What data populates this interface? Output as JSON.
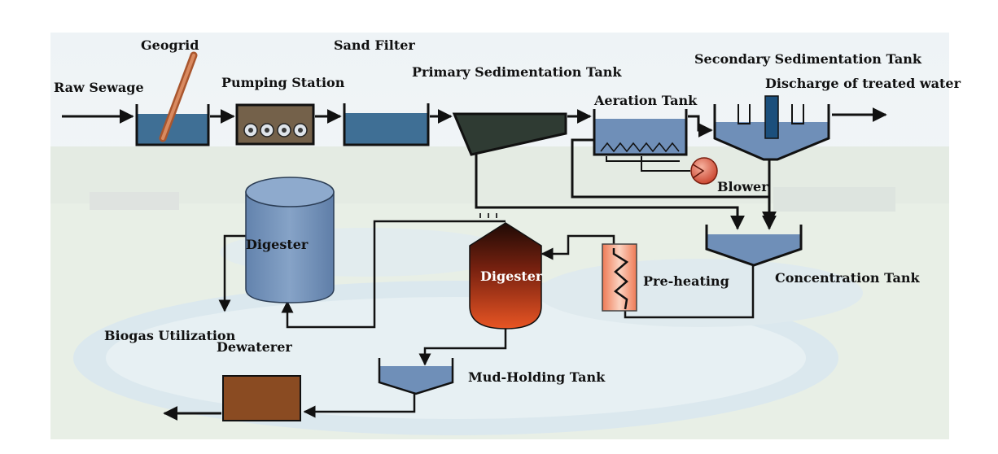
{
  "labels": {
    "raw_sewage": "Raw Sewage",
    "geogrid": "Geogrid",
    "pumping_station": "Pumping Station",
    "sand_filter": "Sand Filter",
    "primary_sedimentation_tank": "Primary Sedimentation Tank",
    "aeration_tank": "Aeration Tank",
    "secondary_sedimentation_tank": "Secondary Sedimentation Tank",
    "discharge": "Discharge of treated water",
    "blower": "Blower",
    "concentration_tank": "Concentration Tank",
    "pre_heating": "Pre-heating",
    "digester_heated": "Digester",
    "digester_storage": "Digester",
    "biogas_utilization": "Biogas Utilization",
    "dewaterer": "Dewaterer",
    "mud_holding_tank": "Mud-Holding Tank"
  },
  "colors": {
    "water": "#3f6f95",
    "flow_line": "#111111",
    "digester_top": "#2a0f08",
    "digester_bottom": "#e24a1e",
    "storage_digester": "#6f8fb8",
    "dewaterer": "#8a4b22",
    "geogrid_rod": "#c8754a",
    "blower": "#d9644a"
  }
}
